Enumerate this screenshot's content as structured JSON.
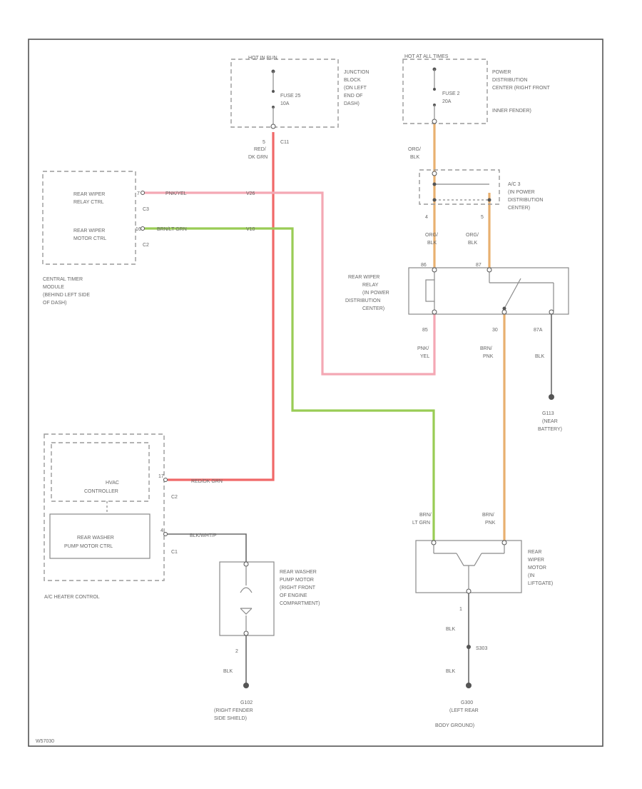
{
  "colors": {
    "pink": "#f4a8b4",
    "pink_yel": "#f06a8a",
    "red_dk_grn": "#f06868",
    "green": "#99cc55",
    "orange": "#e8b070",
    "black": "#6a6a6a"
  },
  "fuse25": {
    "header": "HOT IN RUN",
    "name": "FUSE 25",
    "rating": "10A",
    "location": [
      "JUNCTION",
      "BLOCK",
      "(ON LEFT",
      "END OF",
      "DASH)"
    ],
    "connector": "C11"
  },
  "fuse2": {
    "header": "HOT AT ALL TIMES",
    "name": "FUSE 2",
    "rating": "20A",
    "location": [
      "POWER",
      "DISTRIBUTION",
      "CENTER (RIGHT FRONT",
      "INNER FENDER)"
    ]
  },
  "timer": {
    "pin1": "REAR WIPER",
    "pin1b": "RELAY CTRL",
    "conn1": "C3",
    "pin1_num": "7",
    "pin2": "REAR WIPER",
    "pin2b": "MOTOR CTRL",
    "conn2": "C2",
    "pin2_num": "16",
    "location": [
      "CENTRAL TIMER",
      "MODULE",
      "(BEHIND LEFT SIDE",
      "OF DASH)"
    ]
  },
  "wires": {
    "w_red": {
      "pin": "5",
      "color1": "RED/",
      "color2": "DK GRN"
    },
    "w_pnk": {
      "code": "PNK/YEL",
      "circuit": "V26"
    },
    "w_grn": {
      "code": "BRN/LT GRN",
      "circuit": "V10"
    },
    "w_grn2": {
      "code": "BRN/",
      "code2": "LT GRN"
    },
    "w_brnpnk": {
      "code": "BRN/",
      "code2": "PNK",
      "pin": "30"
    },
    "w_brnpnk2": {
      "code": "BRN/",
      "code2": "PNK"
    },
    "w_orgblk1": {
      "code": "ORG/",
      "code2": "BLK"
    },
    "w_orgblk2": {
      "pin": "4",
      "code": "ORG/",
      "code2": "BLK"
    },
    "w_orgblk3": {
      "pin": "5",
      "code": "ORG/",
      "code2": "BLK"
    },
    "w_pnkyel": {
      "pin": "85",
      "code": "PNK/",
      "code2": "YEL"
    },
    "w_blk87a": {
      "pin": "87A",
      "code": "BLK"
    },
    "w_redbrn": {
      "code": "RED/DK GRN"
    },
    "w_washer": {
      "code": "BLK/WHT/P"
    },
    "w_blk_g102": {
      "pin": "2",
      "code": "BLK"
    },
    "w_blk_g300": {
      "pin": "1",
      "code": "BLK",
      "splice": "S303",
      "code2": "BLK"
    }
  },
  "conn_c1": {
    "label": "C1"
  },
  "relay_conn": {
    "label": [
      "A/C 3",
      "(IN POWER",
      "DISTRIBUTION",
      "CENTER)"
    ]
  },
  "relay": {
    "label": [
      "REAR WIPER",
      "RELAY",
      "(IN POWER",
      "DISTRIBUTION",
      "CENTER)"
    ],
    "p86": "86",
    "p87": "87"
  },
  "g113": {
    "label": [
      "G113",
      "(NEAR",
      "BATTERY)"
    ]
  },
  "hvac": {
    "controller": [
      "HVAC",
      "CONTROLLER"
    ],
    "conn": "C2",
    "conn_pin": "17",
    "washer_ctrl": [
      "REAR WASHER",
      "PUMP MOTOR CTRL"
    ],
    "washer_conn": "C1",
    "washer_pin": "4",
    "label": "A/C HEATER CONTROL"
  },
  "pump": {
    "label": [
      "REAR WASHER",
      "PUMP MOTOR",
      "(RIGHT FRONT",
      "OF ENGINE",
      "COMPARTMENT)"
    ]
  },
  "wiper_motor": {
    "label": [
      "REAR",
      "WIPER",
      "MOTOR",
      "(IN",
      "LIFTGATE)"
    ]
  },
  "g102": {
    "label": [
      "G102",
      "(RIGHT FENDER",
      "SIDE SHIELD)"
    ]
  },
  "g300": {
    "label": [
      "G300",
      "(LEFT REAR",
      "BODY GROUND)"
    ]
  },
  "footer": {
    "code": "W57030"
  }
}
